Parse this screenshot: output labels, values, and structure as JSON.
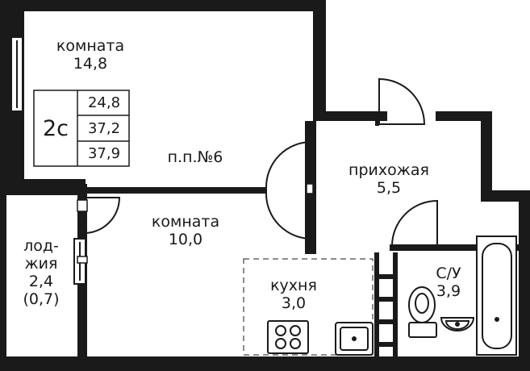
{
  "rooms": {
    "room1": {
      "name": "комната",
      "area": "14,8"
    },
    "room2": {
      "name": "комната",
      "area": "10,0"
    },
    "hall": {
      "name": "прихожая",
      "area": "5,5"
    },
    "kitchen": {
      "name": "кухня",
      "area": "3,0"
    },
    "bath": {
      "name": "С/У",
      "area": "3,9"
    },
    "loggia": {
      "name_line1": "лод-",
      "name_line2": "жия",
      "area": "2,4",
      "reduced_area": "(0,7)"
    }
  },
  "apartment": {
    "type": "2с",
    "living_area": "24,8",
    "total_area": "37,2",
    "total_with_loggia": "37,9",
    "number": "п.п.№6"
  },
  "colors": {
    "wall": "#1a1a1a",
    "background": "#ffffff",
    "line": "#1a1a1a",
    "dashed": "#666666"
  }
}
